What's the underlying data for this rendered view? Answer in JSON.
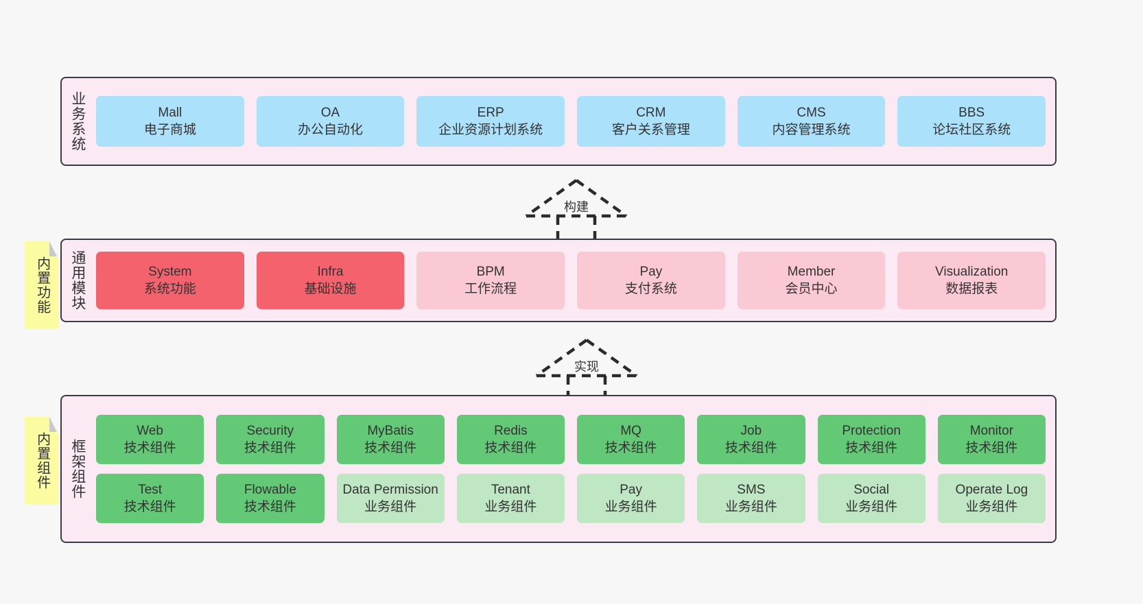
{
  "layers": [
    {
      "id": "business-system",
      "title": "业务系统",
      "rows": [
        [
          {
            "name": "Mall",
            "desc": "电子商城",
            "style": "blue"
          },
          {
            "name": "OA",
            "desc": "办公自动化",
            "style": "blue"
          },
          {
            "name": "ERP",
            "desc": "企业资源计划系统",
            "style": "blue"
          },
          {
            "name": "CRM",
            "desc": "客户关系管理",
            "style": "blue"
          },
          {
            "name": "CMS",
            "desc": "内容管理系统",
            "style": "blue"
          },
          {
            "name": "BBS",
            "desc": "论坛社区系统",
            "style": "blue"
          }
        ]
      ]
    },
    {
      "id": "common-module",
      "title": "通用模块",
      "note": "内置功能",
      "rows": [
        [
          {
            "name": "System",
            "desc": "系统功能",
            "style": "red"
          },
          {
            "name": "Infra",
            "desc": "基础设施",
            "style": "red"
          },
          {
            "name": "BPM",
            "desc": "工作流程",
            "style": "pink"
          },
          {
            "name": "Pay",
            "desc": "支付系统",
            "style": "pink"
          },
          {
            "name": "Member",
            "desc": "会员中心",
            "style": "pink"
          },
          {
            "name": "Visualization",
            "desc": "数据报表",
            "style": "pink"
          }
        ]
      ]
    },
    {
      "id": "framework-component",
      "title": "框架组件",
      "note": "内置组件",
      "rows": [
        [
          {
            "name": "Web",
            "desc": "技术组件",
            "style": "green"
          },
          {
            "name": "Security",
            "desc": "技术组件",
            "style": "green"
          },
          {
            "name": "MyBatis",
            "desc": "技术组件",
            "style": "green"
          },
          {
            "name": "Redis",
            "desc": "技术组件",
            "style": "green"
          },
          {
            "name": "MQ",
            "desc": "技术组件",
            "style": "green"
          },
          {
            "name": "Job",
            "desc": "技术组件",
            "style": "green"
          },
          {
            "name": "Protection",
            "desc": "技术组件",
            "style": "green"
          },
          {
            "name": "Monitor",
            "desc": "技术组件",
            "style": "green"
          }
        ],
        [
          {
            "name": "Test",
            "desc": "技术组件",
            "style": "green"
          },
          {
            "name": "Flowable",
            "desc": "技术组件",
            "style": "green"
          },
          {
            "name": "Data Permission",
            "desc": "业务组件",
            "style": "lightgreen"
          },
          {
            "name": "Tenant",
            "desc": "业务组件",
            "style": "lightgreen"
          },
          {
            "name": "Pay",
            "desc": "业务组件",
            "style": "lightgreen"
          },
          {
            "name": "SMS",
            "desc": "业务组件",
            "style": "lightgreen"
          },
          {
            "name": "Social",
            "desc": "业务组件",
            "style": "lightgreen"
          },
          {
            "name": "Operate Log",
            "desc": "业务组件",
            "style": "lightgreen"
          }
        ]
      ]
    }
  ],
  "connectors": [
    {
      "id": "build",
      "label": "构建"
    },
    {
      "id": "implement",
      "label": "实现"
    }
  ],
  "colors": {
    "band_bg": "#fbeaf4",
    "band_border": "#3b3b47",
    "blue": "#ace1fb",
    "red": "#f4636d",
    "pink": "#fbc9d4",
    "green": "#63c977",
    "lightgreen": "#bfe7c4",
    "note": "#fbfba2",
    "note_fold": "#c9c9c9",
    "canvas": "#f7f7f7"
  }
}
